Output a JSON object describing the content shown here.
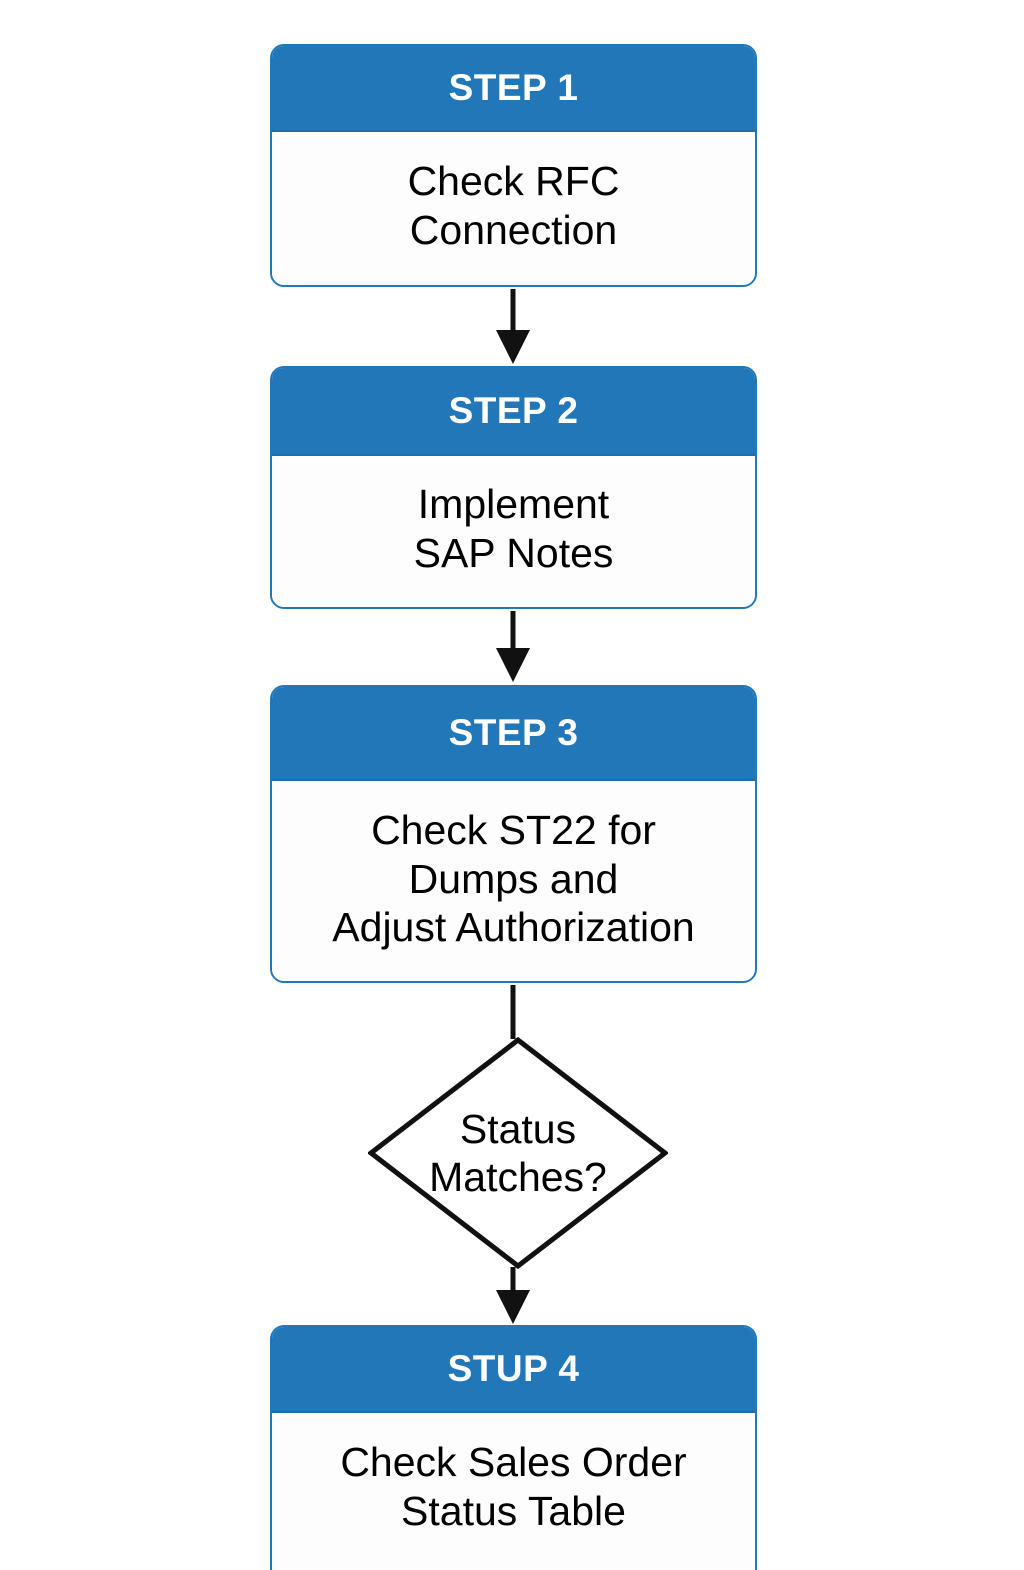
{
  "diagram": {
    "type": "flowchart",
    "orientation": "vertical-top-to-bottom",
    "background_color": "#ffffff",
    "accent_color": "#2277b8",
    "header_text_color": "#ffffff",
    "body_text_color": "#000000",
    "connector_color": "#111111"
  },
  "nodes": [
    {
      "id": "step-1",
      "shape": "rounded-rectangle",
      "header": "STEP 1",
      "body": "Check RFC\nConnection"
    },
    {
      "id": "step-2",
      "shape": "rounded-rectangle",
      "header": "STEP 2",
      "body": "Implement\nSAP Notes"
    },
    {
      "id": "step-3",
      "shape": "rounded-rectangle",
      "header": "STEP 3",
      "body": "Check ST22 for\nDumps and\nAdjust Authorization"
    },
    {
      "id": "decision",
      "shape": "diamond",
      "header": "",
      "body": "Status\nMatches?"
    },
    {
      "id": "step-4",
      "shape": "rounded-rectangle",
      "header": "STUP 4",
      "body": "Check Sales Order\nStatus Table"
    }
  ],
  "connectors": [
    {
      "id": "conn-1",
      "from": "step-1",
      "to": "step-2",
      "label": "",
      "arrowhead": "filled-triangle"
    },
    {
      "id": "conn-2",
      "from": "step-2",
      "to": "step-3",
      "label": "",
      "arrowhead": "filled-triangle"
    },
    {
      "id": "conn-3",
      "from": "step-3",
      "to": "decision",
      "label": "",
      "arrowhead": "none"
    },
    {
      "id": "conn-4",
      "from": "decision",
      "to": "step-4",
      "label": "",
      "arrowhead": "filled-triangle"
    }
  ]
}
